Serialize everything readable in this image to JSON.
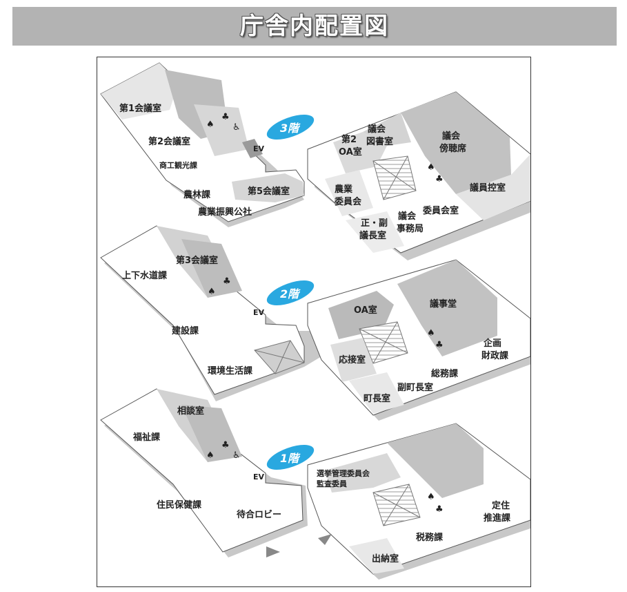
{
  "title": "庁舎内配置図",
  "floors": {
    "f3": {
      "badge": "3階",
      "ev": "EV",
      "rooms": {
        "conf1": "第1会議室",
        "conf2": "第2会議室",
        "commerce": "商工観光課",
        "agriforest": "農林課",
        "agri_promo": "農業振興公社",
        "conf5": "第5会議室",
        "oa2_a": "第2",
        "oa2_b": "OA室",
        "library_a": "議会",
        "library_b": "図書室",
        "gallery_a": "議会",
        "gallery_b": "傍聴席",
        "agri_comm_a": "農業",
        "agri_comm_b": "委員会",
        "council_office_a": "議会",
        "council_office_b": "事務局",
        "committee_room": "委員会室",
        "councilor_waiting": "議員控室",
        "chair_a": "正・副",
        "chair_b": "議長室"
      }
    },
    "f2": {
      "badge": "2階",
      "ev": "EV",
      "rooms": {
        "conf3": "第3会議室",
        "water": "上下水道課",
        "construction": "建設課",
        "environment": "環境生活課",
        "oa": "OA室",
        "assembly": "議事堂",
        "planning_a": "企画",
        "planning_b": "財政課",
        "reception": "応接室",
        "general_affairs": "総務課",
        "deputy_mayor": "副町長室",
        "mayor": "町長室"
      }
    },
    "f1": {
      "badge": "1階",
      "ev": "EV",
      "rooms": {
        "consult": "相談室",
        "welfare": "福祉課",
        "residents": "住民保健課",
        "lobby": "待合ロビー",
        "election_a": "選挙管理委員会",
        "election_b": "監査委員",
        "settlement_a": "定住",
        "settlement_b": "推進課",
        "tax": "税務課",
        "cashier": "出納室"
      }
    }
  },
  "colors": {
    "title_bar": "#b3b3b3",
    "badge": "#29a8e0",
    "room_dark": "#b8b8b8",
    "room_mid": "#d6d6d6",
    "room_light": "#e9e9e9",
    "floor_white": "#ffffff",
    "shadow": "#cfcfcf"
  }
}
